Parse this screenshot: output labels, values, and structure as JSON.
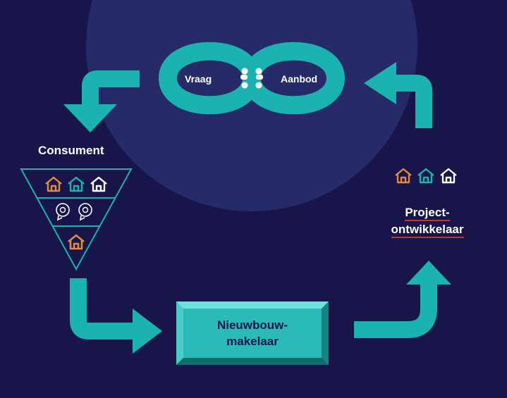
{
  "labels": {
    "vraag": "Vraag",
    "aanbod": "Aanbod",
    "consument": "Consument",
    "project_line1": "Project-",
    "project_line2": "ontwikkelaar",
    "makelaar": "Nieuwbouw-\nmakelaar"
  },
  "colors": {
    "background": "#17154a",
    "circle": "#262a68",
    "teal": "#1ab3b0",
    "box_teal": "#2bbab7",
    "house_orange": "#e08a3c",
    "house_teal": "#1ab3b0",
    "house_white": "#ffffff",
    "underline": "#c0392b"
  },
  "icons": [
    "house-icon",
    "house-icon",
    "house-icon",
    "idea-head-icon",
    "idea-head-icon",
    "house-icon",
    "people-icon"
  ]
}
